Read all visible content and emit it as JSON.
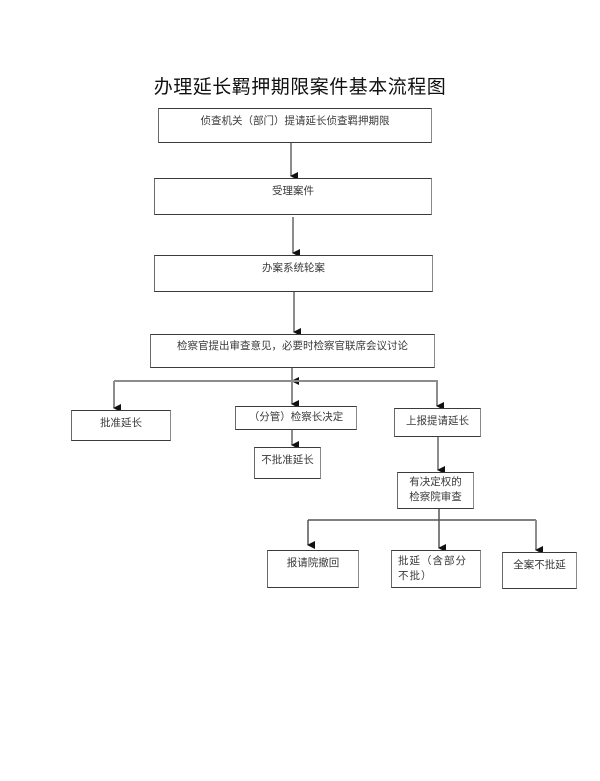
{
  "title": "办理延长羁押期限案件基本流程图",
  "nodes": {
    "request": "侦查机关（部门）提请延长侦查羁押期限",
    "accept": "受理案件",
    "assign": "办案系统轮案",
    "review": "检察官提出审查意见，必要时检察官联席会议讨论",
    "approve": "批准延长",
    "chief_decision": "（分管）检察长决定",
    "not_approve": "不批准延长",
    "report_up": "上报提请延长",
    "superior_review": "有决定权的检察院审查",
    "withdraw": "报请院撤回",
    "partial_approve": "批延（含部分不批）",
    "full_reject": "全案不批延"
  },
  "edges": [
    {
      "from": "request",
      "to": "accept"
    },
    {
      "from": "accept",
      "to": "assign"
    },
    {
      "from": "assign",
      "to": "review"
    },
    {
      "from": "review",
      "to": "approve"
    },
    {
      "from": "review",
      "to": "chief_decision"
    },
    {
      "from": "review",
      "to": "report_up"
    },
    {
      "from": "chief_decision",
      "to": "not_approve"
    },
    {
      "from": "report_up",
      "to": "superior_review"
    },
    {
      "from": "superior_review",
      "to": "withdraw"
    },
    {
      "from": "superior_review",
      "to": "partial_approve"
    },
    {
      "from": "superior_review",
      "to": "full_reject"
    }
  ],
  "colors": {
    "line": "#8c8c8c",
    "arrowhead": "#111111",
    "box_border": "#3a3a3a"
  }
}
